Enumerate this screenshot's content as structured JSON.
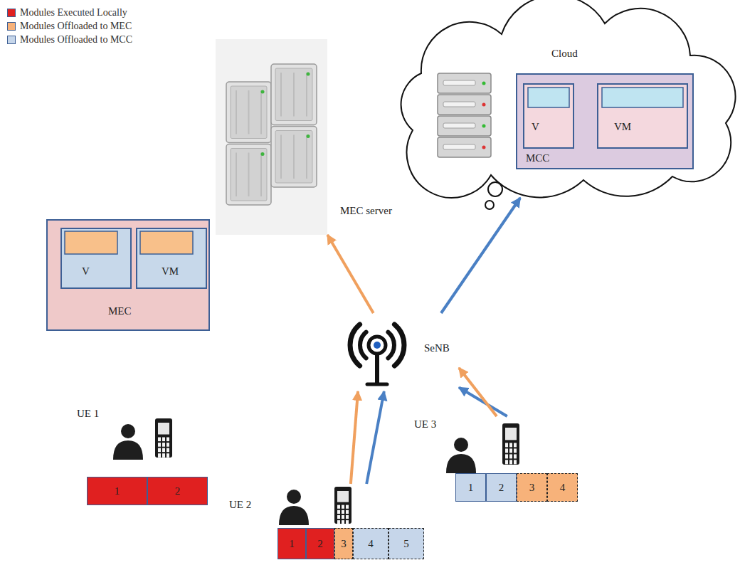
{
  "diagram": {
    "nodes": [
      {
        "text": [
          "Cloud"
        ]
      },
      {
        "text": [
          "MCC"
        ],
        "in": 0
      },
      {
        "text": [
          "V"
        ],
        "in": 1
      },
      {
        "text": [
          "VM"
        ],
        "in": 1
      },
      {
        "text": [
          "MEC server"
        ]
      },
      {
        "text": [
          "MEC"
        ]
      },
      {
        "text": [
          "V"
        ],
        "in": 5
      },
      {
        "text": [
          "VM"
        ],
        "in": 5
      },
      {
        "text": [
          "SeNB"
        ]
      },
      {
        "text": [
          "UE 1"
        ]
      },
      {
        "text": [
          "1"
        ],
        "in": 9
      },
      {
        "text": [
          "2"
        ],
        "in": 9
      },
      {
        "text": [
          "UE 2"
        ]
      },
      {
        "text": [
          "1"
        ],
        "in": 12
      },
      {
        "text": [
          "2"
        ],
        "in": 12
      },
      {
        "text": [
          "3"
        ],
        "in": 12
      },
      {
        "text": [
          "4"
        ],
        "in": 12
      },
      {
        "text": [
          "5"
        ],
        "in": 12
      },
      {
        "text": [
          "UE 3"
        ]
      },
      {
        "text": [
          "1"
        ],
        "in": 18
      },
      {
        "text": [
          "2"
        ],
        "in": 18
      },
      {
        "text": [
          "3"
        ],
        "in": 18
      },
      {
        "text": [
          "4"
        ],
        "in": 18
      }
    ],
    "edges": [
      {
        "from": 8,
        "to": 4,
        "arrow": "to"
      },
      {
        "from": 8,
        "to": 0,
        "arrow": "to"
      },
      {
        "from": 12,
        "to": 8,
        "arrow": "to"
      },
      {
        "from": 12,
        "to": 8,
        "arrow": "to"
      },
      {
        "from": 18,
        "to": 8,
        "arrow": "to"
      },
      {
        "from": 18,
        "to": 8,
        "arrow": "to"
      }
    ],
    "legend": [
      {
        "text": "Modules Executed Locally",
        "color": "#e02020"
      },
      {
        "text": "Modules Offloaded to MEC",
        "color": "#f7b27a"
      },
      {
        "text": "Modules Offloaded to MCC",
        "color": "#c6d6ea"
      }
    ]
  }
}
